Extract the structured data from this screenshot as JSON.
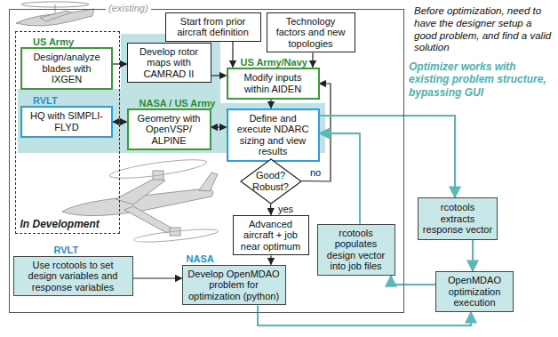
{
  "diagram": {
    "nodes": [
      {
        "text": [
          "(existing)"
        ]
      },
      {
        "text": [
          "In Development"
        ],
        "in": 0
      },
      {
        "text": [
          "US Army",
          "Design/analyze blades with IXGEN"
        ],
        "in": 1
      },
      {
        "text": [
          "RVLT",
          "HQ with SIMPLI-FLYD"
        ],
        "in": 1
      },
      {
        "text": [
          "Develop rotor maps with CAMRAD II"
        ],
        "in": 0
      },
      {
        "text": [
          "Start from prior aircraft definition"
        ],
        "in": 0
      },
      {
        "text": [
          "Technology factors and new topologies"
        ],
        "in": 0
      },
      {
        "text": [
          "US Army/Navy",
          "Modify inputs within AIDEN"
        ],
        "in": 0
      },
      {
        "text": [
          "NASA / US Army",
          "Geometry with OpenVSP/ ALPINE"
        ],
        "in": 0
      },
      {
        "text": [
          "Define and execute NDARC sizing and view results"
        ],
        "in": 0
      },
      {
        "text": [
          "Good? Robust?"
        ],
        "in": 0
      },
      {
        "text": [
          "Advanced aircraft + job near optimum"
        ],
        "in": 0
      },
      {
        "text": [
          "RVLT",
          "Use rcotools to set design variables and response variables"
        ],
        "in": 0
      },
      {
        "text": [
          "NASA",
          "Develop OpenMDAO problem for optimization (python)"
        ],
        "in": 0
      },
      {
        "text": [
          "rcotools extracts response vector"
        ]
      },
      {
        "text": [
          "rcotools populates design vector into job files"
        ],
        "in": 0
      },
      {
        "text": [
          "OpenMDAO optimization execution"
        ]
      }
    ],
    "edges": [
      {
        "from": 5,
        "to": 7,
        "arrow": "to"
      },
      {
        "from": 6,
        "to": 7,
        "arrow": "to"
      },
      {
        "from": 4,
        "to": 7,
        "arrow": "to"
      },
      {
        "from": 2,
        "to": 4,
        "arrow": "to"
      },
      {
        "from": 7,
        "to": 9,
        "arrow": "to"
      },
      {
        "from": 8,
        "to": 9,
        "arrow": "both"
      },
      {
        "from": 3,
        "to": 8,
        "arrow": "both"
      },
      {
        "from": 9,
        "to": 10,
        "arrow": "to"
      },
      {
        "from": 10,
        "to": 7,
        "arrow": "to",
        "label": "no"
      },
      {
        "from": 10,
        "to": 11,
        "arrow": "to",
        "label": "yes"
      },
      {
        "from": 11,
        "to": 13,
        "arrow": "to"
      },
      {
        "from": 12,
        "to": 13,
        "arrow": "to"
      },
      {
        "from": 13,
        "to": 16,
        "arrow": "to"
      },
      {
        "from": 16,
        "to": 15,
        "arrow": "to"
      },
      {
        "from": 15,
        "to": 9,
        "arrow": "to"
      },
      {
        "from": 9,
        "to": 14,
        "arrow": "to"
      },
      {
        "from": 14,
        "to": 16,
        "arrow": "to"
      }
    ],
    "labels": [
      "Before optimization, need to have the designer setup a good problem, and find a valid solution",
      "Optimizer works with existing problem structure, bypassing GUI"
    ]
  }
}
